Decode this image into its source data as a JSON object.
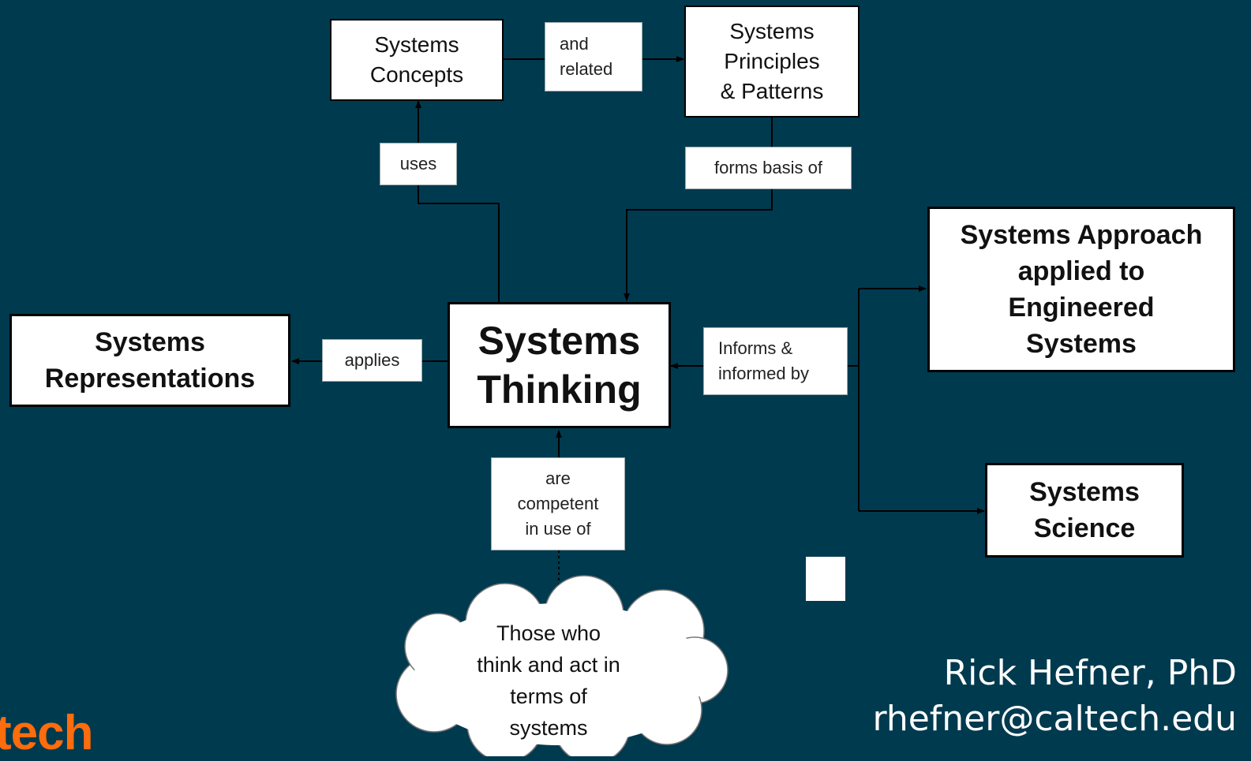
{
  "nodes": {
    "systems_concepts": "Systems\nConcepts",
    "principles_patterns": "Systems\nPrinciples\n& Patterns",
    "systems_thinking": "Systems\nThinking",
    "systems_representations": "Systems\nRepresentations",
    "systems_approach": "Systems Approach\napplied to\nEngineered\nSystems",
    "systems_science": "Systems\nScience",
    "cloud": "Those who\nthink and act in\nterms of\nsystems"
  },
  "edge_labels": {
    "and_related": "and\nrelated",
    "uses": "uses",
    "forms_basis_of": "forms basis of",
    "applies": "applies",
    "informs": "Informs &\ninformed by",
    "competent": "are\ncompetent\nin use of"
  },
  "author": {
    "name": "Rick Hefner, PhD",
    "email": "rhefner@caltech.edu"
  },
  "logo_text": "tech",
  "colors": {
    "background": "#003a4f",
    "logo": "#ff6c0c"
  }
}
